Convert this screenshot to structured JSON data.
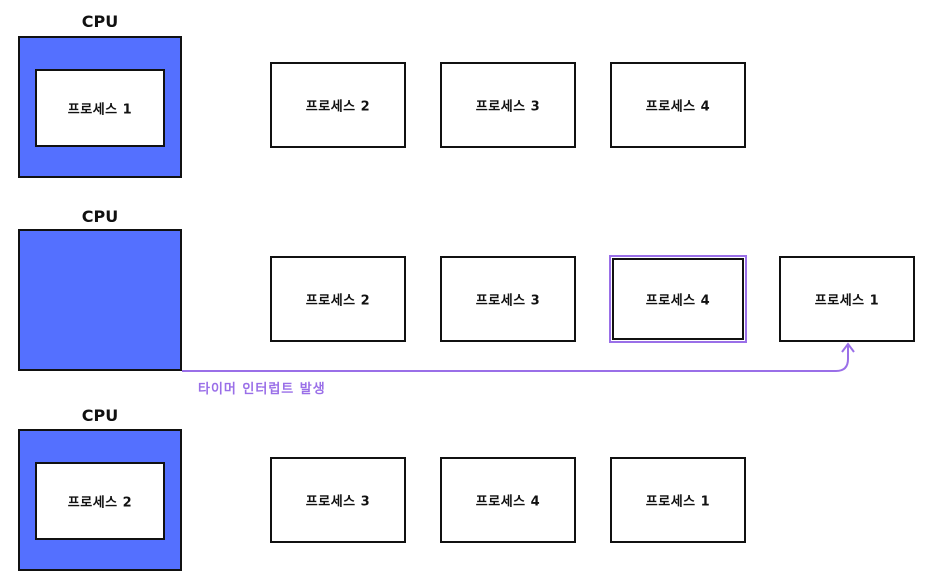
{
  "rows": [
    {
      "cpu_label": "CPU",
      "cpu_process": "프로세스 1",
      "queue": [
        "프로세스 2",
        "프로세스 3",
        "프로세스 4"
      ]
    },
    {
      "cpu_label": "CPU",
      "cpu_process": "",
      "queue": [
        "프로세스 2",
        "프로세스 3",
        "프로세스 4",
        "프로세스 1"
      ]
    },
    {
      "cpu_label": "CPU",
      "cpu_process": "프로세스 2",
      "queue": [
        "프로세스 3",
        "프로세스 4",
        "프로세스 1"
      ]
    }
  ],
  "interrupt": {
    "label": "타이머 인터럽트 발생",
    "color": "#9a6fe8"
  },
  "colors": {
    "cpu": "#5470ff",
    "border": "#111111",
    "highlight": "#9a6fe8"
  }
}
